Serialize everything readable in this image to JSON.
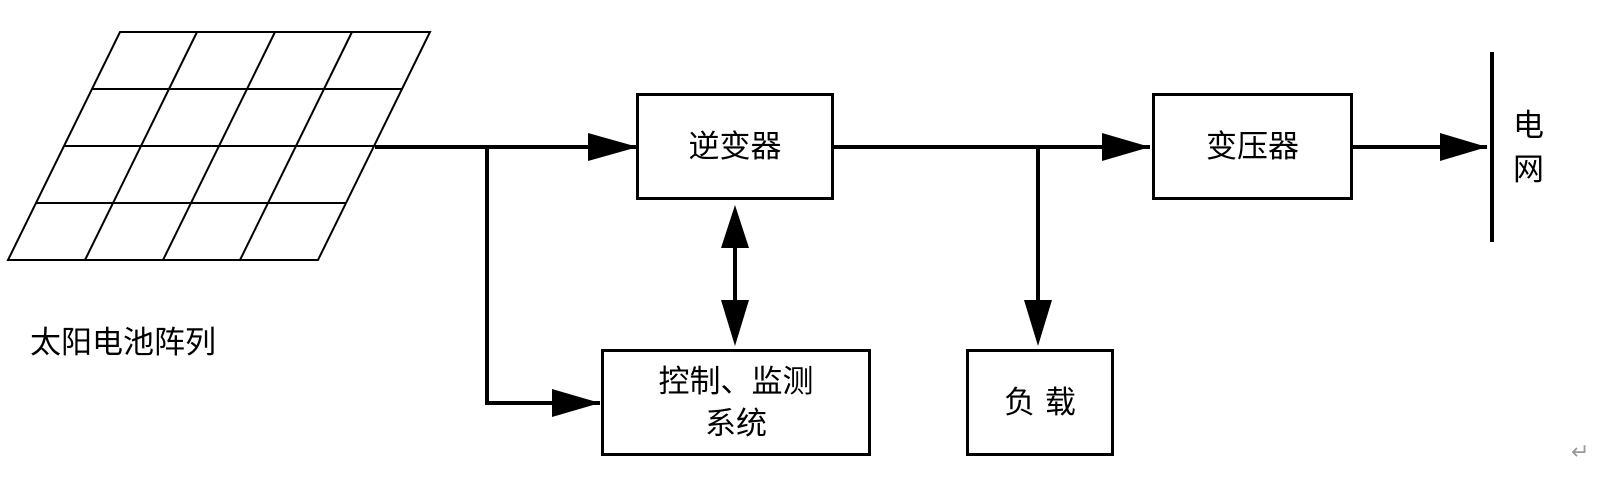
{
  "labels": {
    "solar_array": "太阳电池阵列",
    "inverter": "逆变器",
    "control_line1": "控制、监测",
    "control_line2": "系统",
    "load": "负 载",
    "transformer": "变压器",
    "grid_char1": "电",
    "grid_char2": "网"
  },
  "paragraph_mark": "↵",
  "colors": {
    "line": "#000000",
    "background": "#ffffff"
  }
}
